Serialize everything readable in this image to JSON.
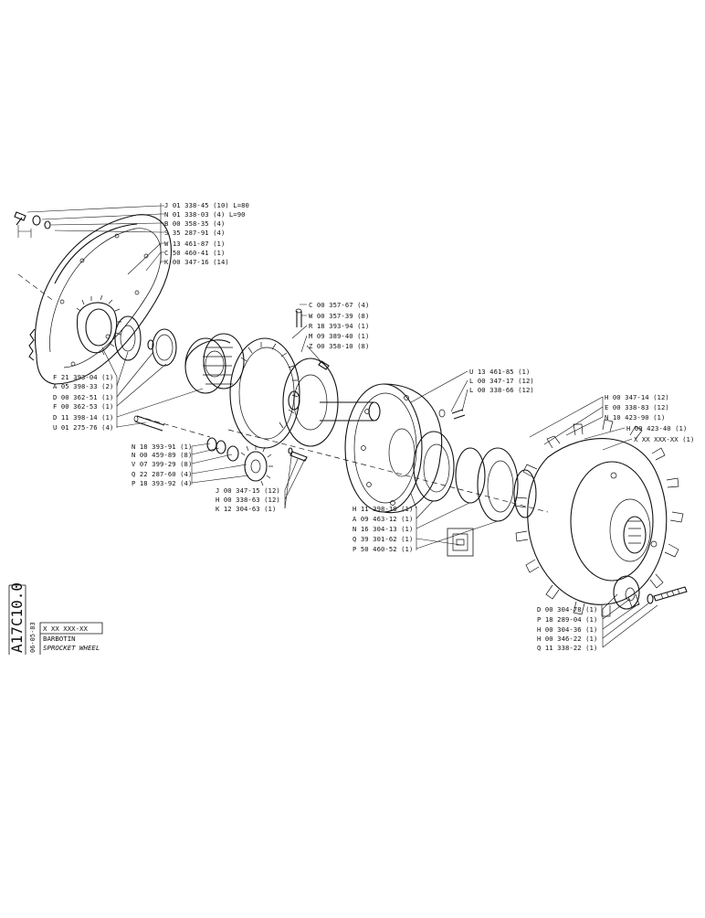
{
  "drawing": {
    "code": "A17C10.0",
    "date": "06-05-83",
    "ref": "X XX XXX-XX",
    "title_fr": "BARBOTIN",
    "title_en": "SPROCKET WHEEL"
  },
  "callouts_top": [
    "J 01 338-45 (10) L=80",
    "N 01 338-03 (4) L=90",
    "B 00 358-35 (4)",
    "S 35 287-91 (4)",
    "W 13 461-87 (1)",
    "C 50 460-41 (1)",
    "K 00 347-16 (14)"
  ],
  "callouts_left": [
    "F 21 393-04 (1)",
    "A 05 398-33 (2)",
    "D 00 362-51 (1)",
    "F 00 362-53 (1)",
    "D 11 398-14 (1)",
    "U 01 275-76 (4)"
  ],
  "callouts_mid_top": [
    "C 00 357-67 (4)",
    "W 00 357-39 (8)",
    "R 18 393-94 (1)",
    "M 09 389-40 (1)",
    "Z 00 358-10 (8)"
  ],
  "callouts_mid_left": [
    "N 18 393-91 (1)",
    "N 00 459-89 (8)",
    "V 07 399-29 (8)",
    "Q 22 287-60 (4)",
    "P 18 393-92 (4)"
  ],
  "callouts_mid_bottom": [
    "J 00 347-15 (12)",
    "H 00 338-63 (12)",
    "K 12 304-63 (1)"
  ],
  "callouts_hub_top": [
    "U 13 461-85 (1)",
    "L 00 347-17 (12)",
    "L 00 338-66 (12)"
  ],
  "callouts_hub_bottom": [
    "H 11 398-18 (1)",
    "A 09 463-12 (1)",
    "N 16 304-13 (1)",
    "Q 39 301-62 (1)",
    "P 50 460-52 (1)"
  ],
  "callouts_right_top": [
    "H 00 347-14 (12)",
    "E 00 338-83 (12)",
    "N 10 423-90 (1)",
    "H 09 423-40 (1)",
    "X XX XXX-XX (1)"
  ],
  "callouts_right_bottom": [
    "D 00 304-78 (1)",
    "P 18 289-04 (1)",
    "H 00 304-36 (1)",
    "H 00 346-22 (1)",
    "Q 11 338-22 (1)"
  ]
}
